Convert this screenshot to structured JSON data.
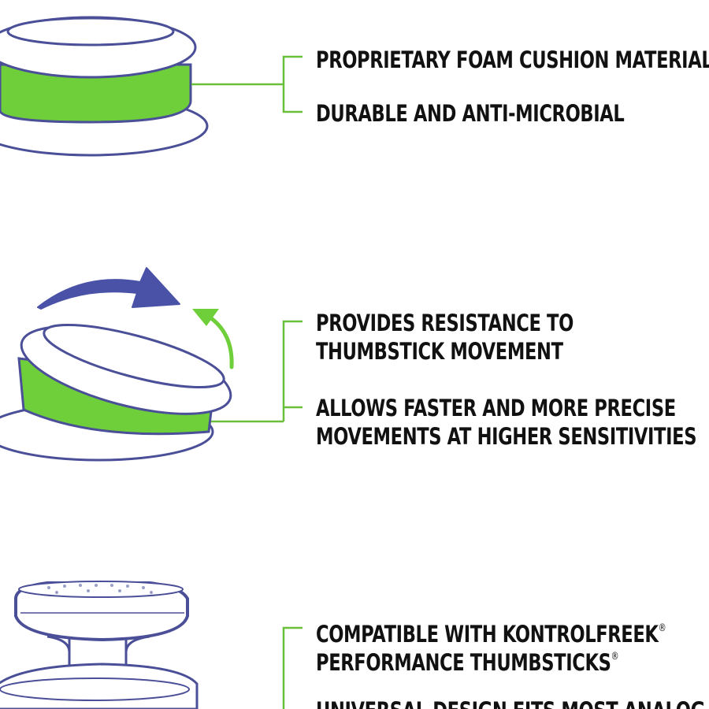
{
  "colors": {
    "outline": "#4a4f98",
    "accent_green": "#6fcf3a",
    "bracket": "#6abf3a",
    "text": "#111111"
  },
  "features": [
    {
      "lines": [
        "PROPRIETARY FOAM CUSHION MATERIAL",
        "DURABLE AND ANTI-MICROBIAL"
      ]
    },
    {
      "lines": [
        "PROVIDES RESISTANCE TO",
        "THUMBSTICK MOVEMENT",
        "ALLOWS FASTER AND MORE PRECISE",
        "MOVEMENTS AT HIGHER SENSITIVITIES"
      ]
    },
    {
      "lines": [
        "COMPATIBLE WITH KONTROLFREEK",
        "PERFORMANCE THUMBSTICKS",
        "UNIVERSAL DESIGN FITS MOST ANALOG"
      ],
      "trademark": "®"
    }
  ]
}
